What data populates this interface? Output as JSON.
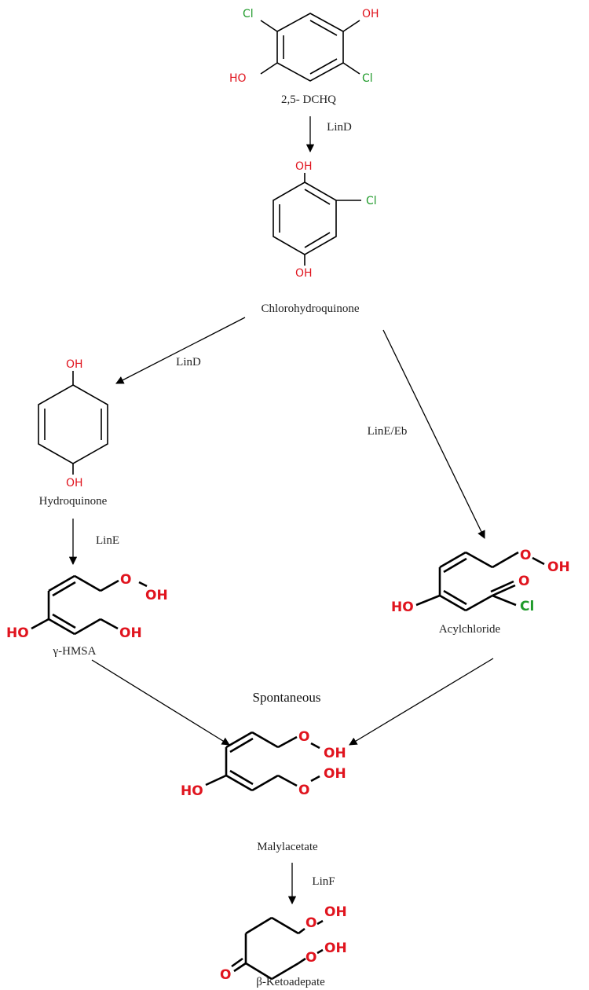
{
  "colors": {
    "oxygen": "#e0141e",
    "chlorine": "#1f9a2a",
    "bond": "#000000",
    "text": "#222222"
  },
  "atoms": {
    "oh": "OH",
    "ho": "HO",
    "cl": "Cl",
    "o": "O"
  },
  "compounds": {
    "dchq": "2,5- DCHQ",
    "chlorohydroquinone": "Chlorohydroquinone",
    "hydroquinone": "Hydroquinone",
    "hmsa": "γ-HMSA",
    "acylchloride": "Acylchloride",
    "malylacetate": "Malylacetate",
    "ketoadipate": "β-Ketoadepate"
  },
  "enzymes": {
    "step1": "LinD",
    "step2": "LinD",
    "step3": "LinE/Eb",
    "step4": "LinE",
    "step5": "LinF"
  },
  "labels": {
    "spontaneous": "Spontaneous"
  }
}
